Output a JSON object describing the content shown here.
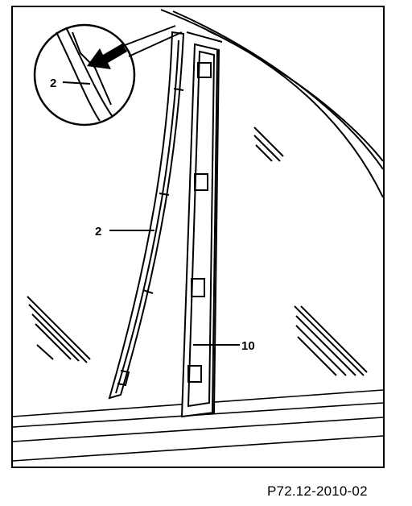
{
  "figure": {
    "reference_code": "P72.12-2010-02",
    "callouts": {
      "trim_strip": "2",
      "trim_strip_detail": "2",
      "pillar_trim": "10"
    },
    "stroke_color": "#000000",
    "background_color": "#ffffff",
    "detail_arrow_icon": "arrow-icon"
  }
}
